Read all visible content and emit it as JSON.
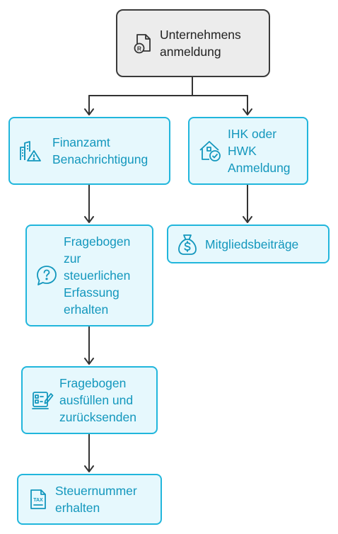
{
  "colors": {
    "accent": "#21b6dc",
    "accent_text": "#1397bd",
    "node_fill": "#e6f8fd",
    "root_fill": "#ececec",
    "root_stroke": "#3a3a3a",
    "line": "#333333"
  },
  "nodes": {
    "root": {
      "label": "Unternehmens\nanmeldung",
      "icon": "registered-document-icon"
    },
    "finanzamt": {
      "label": "Finanzamt\nBenachrichtigung",
      "icon": "buildings-warning-icon"
    },
    "ihk": {
      "label": "IHK oder\nHWK\nAnmeldung",
      "icon": "house-check-icon"
    },
    "fragebogen_erhalten": {
      "label": "Fragebogen\nzur\nsteuerlichen\nErfassung\nerhalten",
      "icon": "question-bubble-icon"
    },
    "mitglied": {
      "label": "Mitgliedsbeiträge",
      "icon": "money-bag-icon"
    },
    "fragebogen_ausfuellen": {
      "label": "Fragebogen\nausfüllen und\nzurücksenden",
      "icon": "form-edit-icon"
    },
    "steuernummer": {
      "label": "Steuernummer\nerhalten",
      "icon": "tax-document-icon"
    }
  },
  "edges": [
    [
      "root",
      "finanzamt"
    ],
    [
      "root",
      "ihk"
    ],
    [
      "finanzamt",
      "fragebogen_erhalten"
    ],
    [
      "ihk",
      "mitglied"
    ],
    [
      "fragebogen_erhalten",
      "fragebogen_ausfuellen"
    ],
    [
      "fragebogen_ausfuellen",
      "steuernummer"
    ]
  ],
  "icon_text": {
    "tax": "TAX"
  }
}
